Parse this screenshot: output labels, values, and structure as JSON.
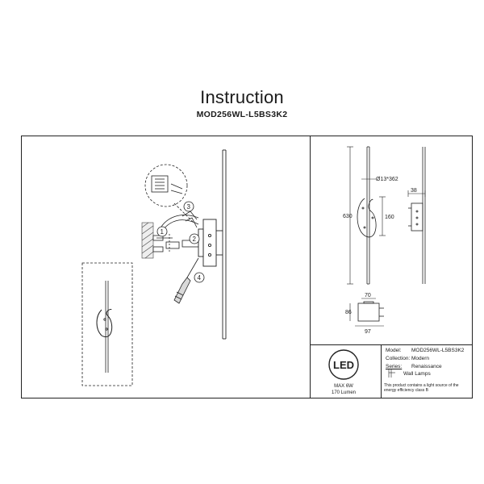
{
  "header": {
    "title": "Instruction",
    "model_code": "MOD256WL-L5BS3K2"
  },
  "dimensions": {
    "height": "630",
    "diameter": "Ø13*362",
    "bracket_height": "160",
    "depth": "38",
    "base_width_top": "70",
    "base_height": "86",
    "base_width_bottom": "97"
  },
  "steps": [
    "1",
    "2",
    "3",
    "4"
  ],
  "led_badge": {
    "logo": "LED",
    "power": "MAX 6W",
    "lumen": "170 Lumen"
  },
  "product_info": {
    "model_label": "Model:",
    "model_value": "MOD256WL-L5BS3K2",
    "collection_label": "Collection:",
    "collection_value": "Modern",
    "series_label": "Series:",
    "series_value": "Renaissance",
    "type_value": "Wall Lamps",
    "note": "This product contains a light source of the energy efficiency class B"
  }
}
